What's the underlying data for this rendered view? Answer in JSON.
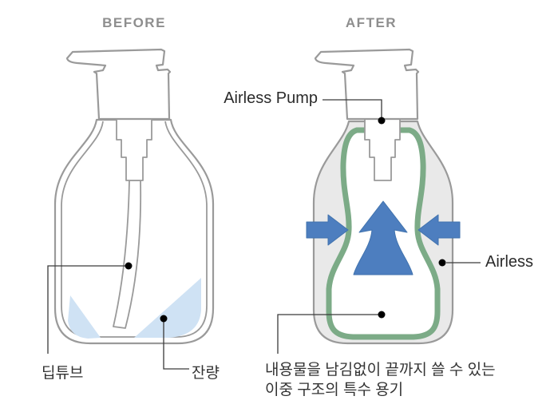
{
  "titles": {
    "before": "BEFORE",
    "after": "AFTER"
  },
  "labels": {
    "airless_pump": "Airless Pump",
    "airless": "Airless",
    "dip_tube": "딥튜브",
    "residue": "잔량",
    "caption_line1": "내용물을 남김없이 끝까지 쓸 수 있는",
    "caption_line2": "이중 구조의 특수 용기"
  },
  "colors": {
    "outline_gray": "#9a9a9a",
    "body_gray": "#e9e9e9",
    "pouch_green": "#7cab87",
    "arrow_blue": "#4d7ebf",
    "arrow_blue_edge": "#4173ae",
    "residue_blue": "#cfe2f4",
    "leader_line": "#3a3a3a",
    "title_gray": "#8e8e8e",
    "text_dark": "#333333"
  }
}
